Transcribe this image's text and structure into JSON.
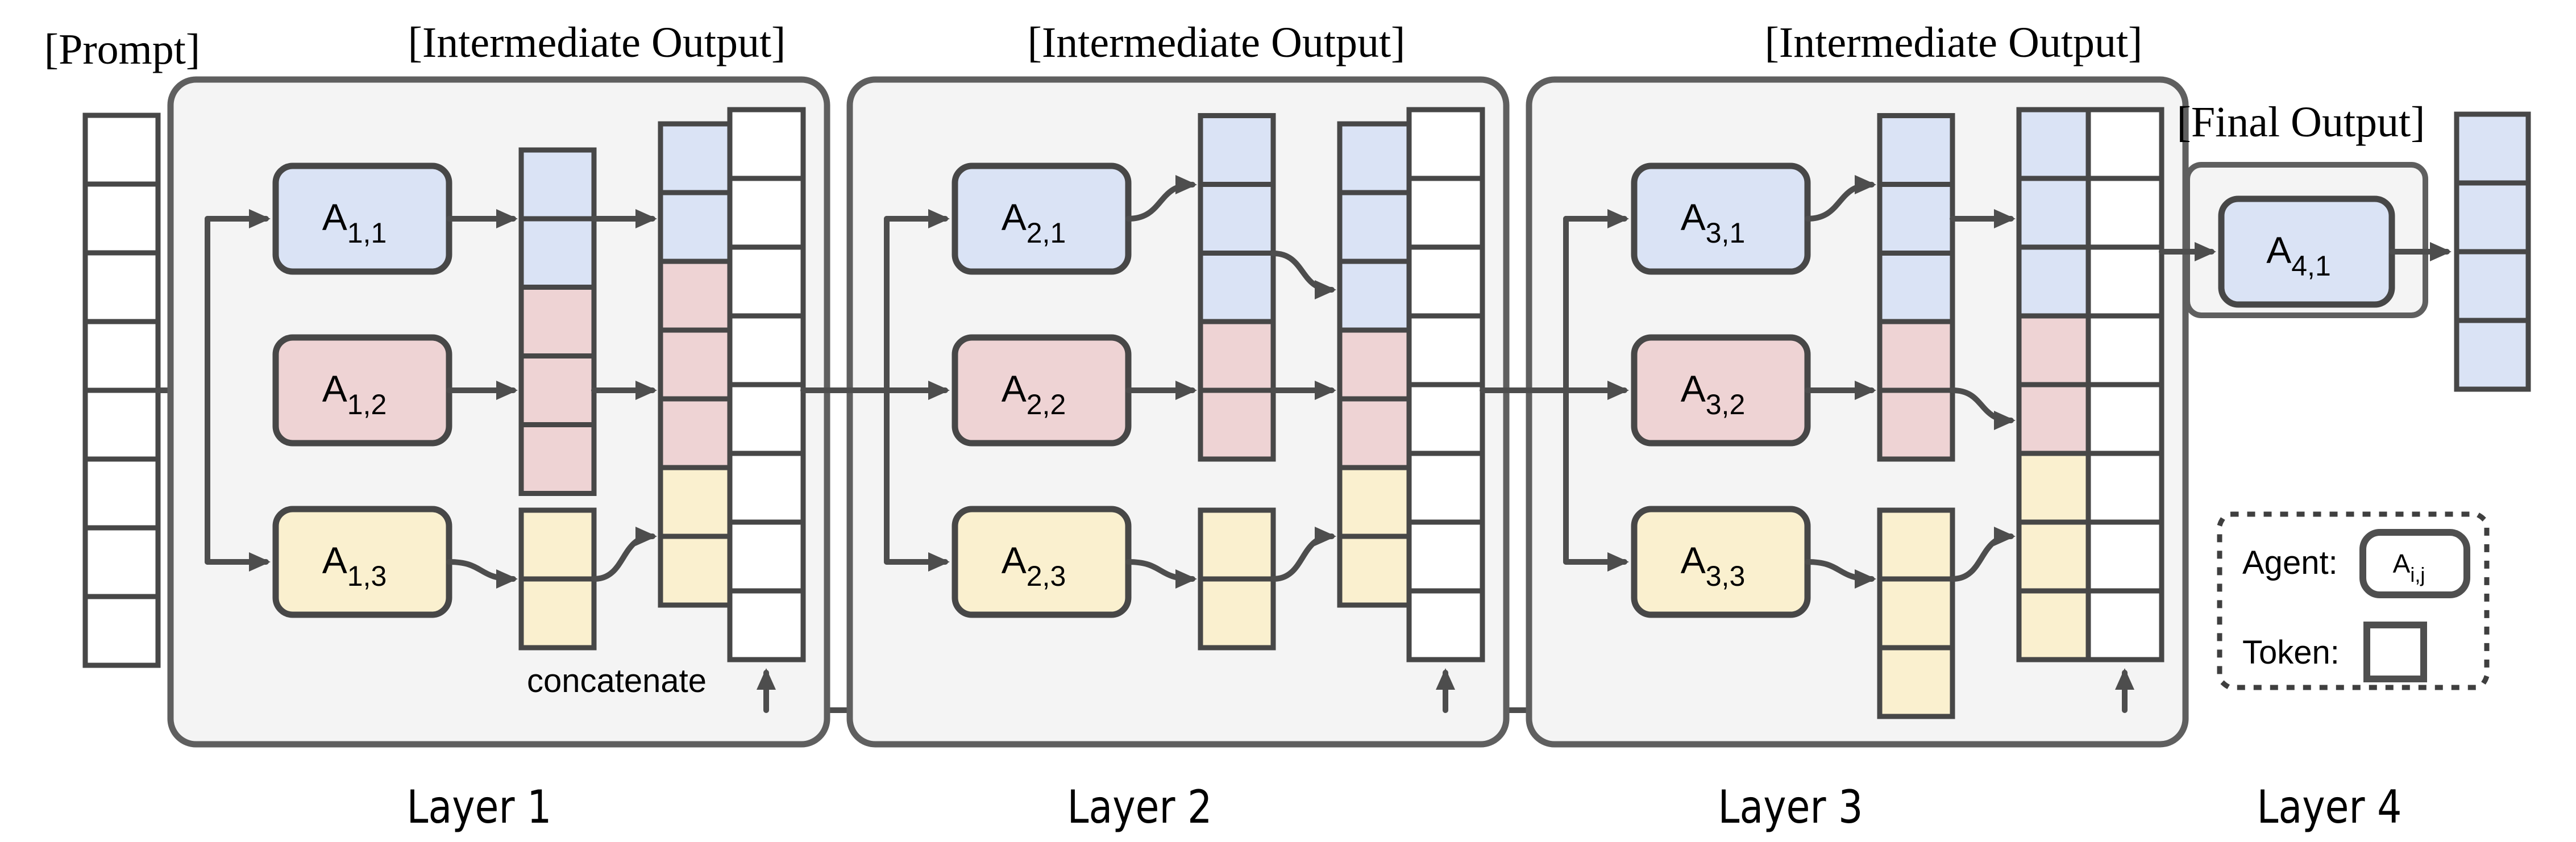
{
  "labels": {
    "prompt": "[Prompt]",
    "intermediate_output": "[Intermediate Output]",
    "final_output": "[Final Output]",
    "concatenate": "concatenate"
  },
  "colors": {
    "blue": "#dae3f5",
    "pink": "#eed3d4",
    "yellow": "#faf0cf",
    "white": "#ffffff",
    "layer_bg": "#f4f4f4",
    "layer_border": "#5f5f5f",
    "shape_border": "#474747",
    "arrow": "#4d4d4d",
    "text": "#000000"
  },
  "prompt_column": {
    "cells": 8,
    "color": "white"
  },
  "layers": [
    {
      "label": "Layer 1",
      "agents": [
        {
          "name": "A",
          "subscript": "1,1",
          "color": "blue",
          "output_cells": 2
        },
        {
          "name": "A",
          "subscript": "1,2",
          "color": "pink",
          "output_cells": 3
        },
        {
          "name": "A",
          "subscript": "1,3",
          "color": "yellow",
          "output_cells": 2
        }
      ],
      "concat_column": [
        {
          "color": "blue",
          "cells": 2
        },
        {
          "color": "pink",
          "cells": 3
        },
        {
          "color": "yellow",
          "cells": 2
        }
      ],
      "white_column_cells": 8
    },
    {
      "label": "Layer 2",
      "agents": [
        {
          "name": "A",
          "subscript": "2,1",
          "color": "blue",
          "output_cells": 3
        },
        {
          "name": "A",
          "subscript": "2,2",
          "color": "pink",
          "output_cells": 2
        },
        {
          "name": "A",
          "subscript": "2,3",
          "color": "yellow",
          "output_cells": 2
        }
      ],
      "concat_column": [
        {
          "color": "blue",
          "cells": 3
        },
        {
          "color": "pink",
          "cells": 2
        },
        {
          "color": "yellow",
          "cells": 2
        }
      ],
      "white_column_cells": 8
    },
    {
      "label": "Layer 3",
      "agents": [
        {
          "name": "A",
          "subscript": "3,1",
          "color": "blue",
          "output_cells": 3
        },
        {
          "name": "A",
          "subscript": "3,2",
          "color": "pink",
          "output_cells": 2
        },
        {
          "name": "A",
          "subscript": "3,3",
          "color": "yellow",
          "output_cells": 3
        }
      ],
      "concat_column": [
        {
          "color": "blue",
          "cells": 3
        },
        {
          "color": "pink",
          "cells": 2
        },
        {
          "color": "yellow",
          "cells": 3
        }
      ],
      "white_column_cells": 8
    },
    {
      "label": "Layer 4",
      "agents": [
        {
          "name": "A",
          "subscript": "4,1",
          "color": "blue"
        }
      ]
    }
  ],
  "final_column": {
    "cells": 4,
    "color": "blue"
  },
  "legend": {
    "agent_label": "Agent:",
    "token_label": "Token:",
    "agent_symbol": {
      "name": "A",
      "subscript": "i,j"
    }
  }
}
